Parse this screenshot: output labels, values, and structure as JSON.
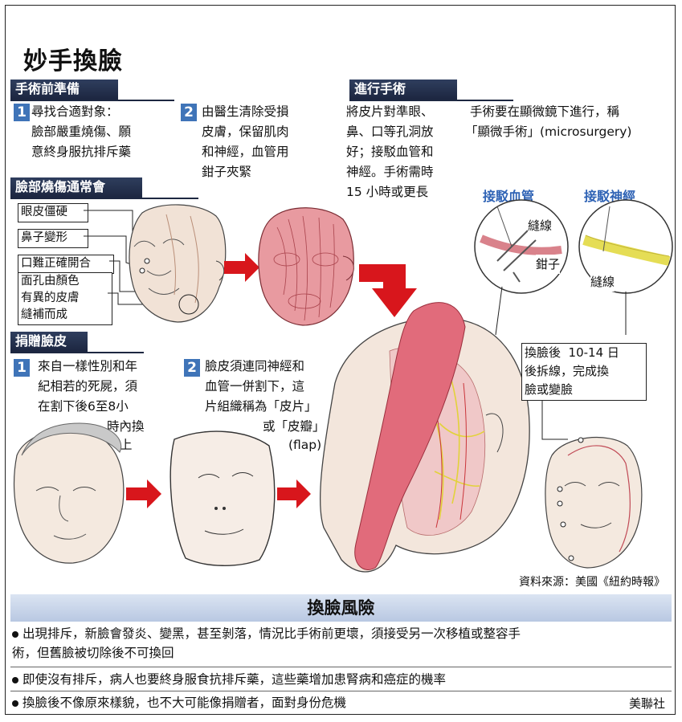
{
  "title": "妙手換臉",
  "prep": {
    "header": "手術前準備",
    "step1": {
      "num": "1",
      "lines": [
        "尋找合適對象：",
        "臉部嚴重燒傷、願",
        "意終身服抗排斥藥"
      ]
    },
    "step2": {
      "num": "2",
      "lines": [
        "由醫生清除受損",
        "皮膚，保留肌肉",
        "和神經，血管用",
        "鉗子夾緊"
      ]
    }
  },
  "burn": {
    "header": "臉部燒傷通常會",
    "labels": [
      "眼皮僵硬",
      "鼻子變形",
      "口難正確開合",
      "面孔由顏色\n有異的皮膚\n縫補而成"
    ]
  },
  "donor": {
    "header": "捐贈臉皮",
    "step1": {
      "num": "1",
      "lines": [
        "來自一樣性別和年",
        "紀相若的死屍，須",
        "在割下後6至8小",
        "時內換",
        "上"
      ]
    },
    "step2": {
      "num": "2",
      "lines": [
        "臉皮須連同神經和",
        "血管一併割下，這",
        "片組織稱為「皮片」",
        "或「皮瓣」",
        "(flap)"
      ]
    }
  },
  "surgery": {
    "header": "進行手術",
    "left_lines": [
      "將皮片對準眼、",
      "鼻、口等孔洞放",
      "好；接駁血管和",
      "神經。手術需時",
      "15 小時或更長"
    ],
    "right_lines": [
      "手術要在顯微鏡下進行，稱",
      "「顯微手術」(microsurgery)"
    ],
    "vessel_title": "接駁血管",
    "nerve_title": "接駁神經",
    "suture_label": "縫線",
    "clamp_label": "鉗子",
    "suture_label2": "縫線",
    "after_box": "換臉後  10-14 日\n後拆線，完成換\n臉或變臉"
  },
  "source": "資料來源：美國《紐約時報》",
  "risks": {
    "header": "換臉風險",
    "items": [
      "出現排斥，新臉會發炎、變黑，甚至剝落，情況比手術前更壞，須接受另一次移植或整容手\n術，但舊臉被切除後不可換回",
      "即使沒有排斥，病人也要終身服食抗排斥藥，這些藥增加患腎病和癌症的機率",
      "換臉後不像原來樣貌，也不大可能像捐贈者，面對身份危機"
    ],
    "agency": "美聯社"
  },
  "colors": {
    "header_bg": "#1d2741",
    "num_bg": "#3f74b8",
    "accent_blue": "#2f63b5",
    "arrow_red": "#d8161c",
    "risk_bar": "#c7d3e8"
  }
}
